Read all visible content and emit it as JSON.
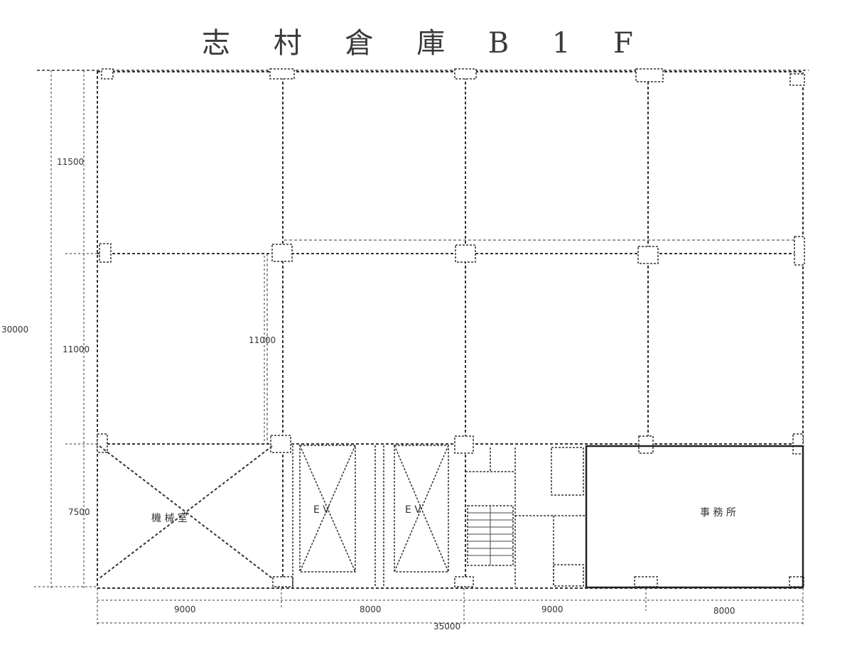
{
  "title": "志 村 倉 庫 B 1 F",
  "dimensions": {
    "overall_height": "30000",
    "row_1": "11500",
    "row_2": "11000",
    "row_3": "7500",
    "row_2_inner": "11000",
    "bay_1": "9000",
    "bay_2": "8000",
    "bay_3": "9000",
    "bay_4": "8000",
    "overall_width": "35000"
  },
  "rooms": {
    "machine_room": "機 械 室",
    "ev_1": "E V",
    "ev_2": "E V",
    "office": "事 務 所"
  }
}
